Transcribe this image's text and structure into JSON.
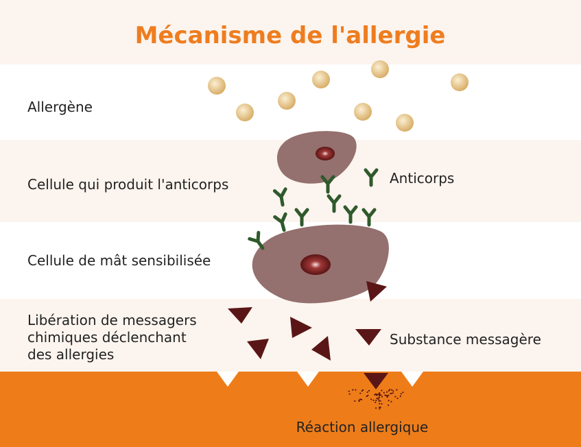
{
  "title": "Mécanisme de l'allergie",
  "rows": {
    "allergen": "Allergène",
    "antibody_cell": "Cellule qui produit l'anticorps",
    "mast_cell": "Cellule de mât sensibilisée",
    "release": [
      "Libération de messagers",
      "chimiques déclenchant",
      "des allergies"
    ]
  },
  "labels": {
    "antibody": "Anticorps",
    "messenger": "Substance messagère",
    "reaction": "Réaction allergique"
  },
  "colors": {
    "title": "#ee7d1f",
    "band_light": "#fcf4ee",
    "band_white": "#ffffff",
    "bottom": "#ee7d19",
    "allergen": "#e8c98a",
    "cell": "#94706e",
    "nucleus": "#5d1818",
    "antibody": "#2f5a2c",
    "messenger": "#5a1616"
  }
}
